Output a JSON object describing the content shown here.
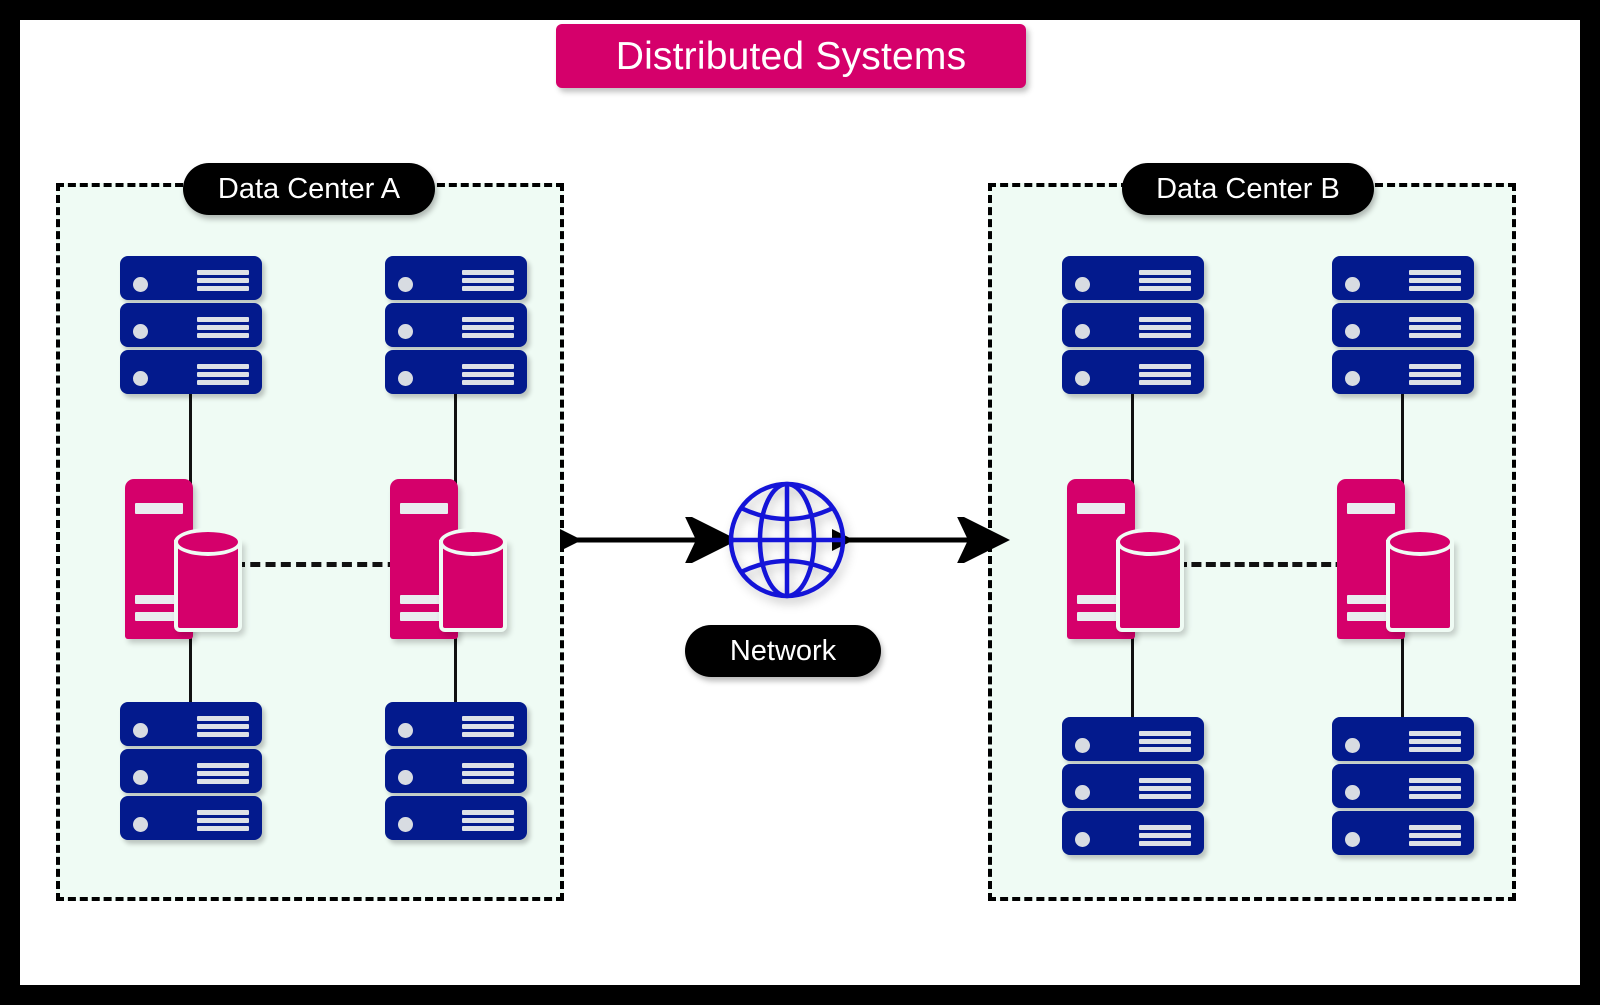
{
  "diagram": {
    "title": "Distributed Systems",
    "type": "distributed-systems-architecture",
    "colors": {
      "frame": "#000000",
      "canvas": "#ffffff",
      "title_banner": "#D5006B",
      "datacenter_fill": "#EFFBF4",
      "datacenter_border": "#000000",
      "server_rack": "#031A8D",
      "db_server": "#D5006B",
      "globe": "#1414D8",
      "label_pill": "#000000",
      "label_text": "#ffffff",
      "connector": "#111111"
    }
  },
  "datacenters": [
    {
      "id": "dc-a",
      "label": "Data Center A",
      "rack_stacks": [
        {
          "name": "top-left",
          "racks": 3
        },
        {
          "name": "top-right",
          "racks": 3
        },
        {
          "name": "bottom-left",
          "racks": 3
        },
        {
          "name": "bottom-right",
          "racks": 3
        }
      ],
      "db_servers": [
        {
          "name": "db-left"
        },
        {
          "name": "db-right"
        }
      ],
      "replication_link": "dashed"
    },
    {
      "id": "dc-b",
      "label": "Data Center B",
      "rack_stacks": [
        {
          "name": "top-left",
          "racks": 3
        },
        {
          "name": "top-right",
          "racks": 3
        },
        {
          "name": "bottom-left",
          "racks": 3
        },
        {
          "name": "bottom-right",
          "racks": 3
        }
      ],
      "db_servers": [
        {
          "name": "db-left"
        },
        {
          "name": "db-right"
        }
      ],
      "replication_link": "dashed"
    }
  ],
  "network": {
    "label": "Network",
    "icon": "globe-icon",
    "links": [
      {
        "name": "link-dc-a-network",
        "style": "double-headed-arrow"
      },
      {
        "name": "link-network-dc-b",
        "style": "double-headed-arrow"
      }
    ]
  },
  "icons": {
    "server_rack": "server-rack-icon",
    "database_server": "database-server-icon",
    "globe": "globe-icon"
  }
}
